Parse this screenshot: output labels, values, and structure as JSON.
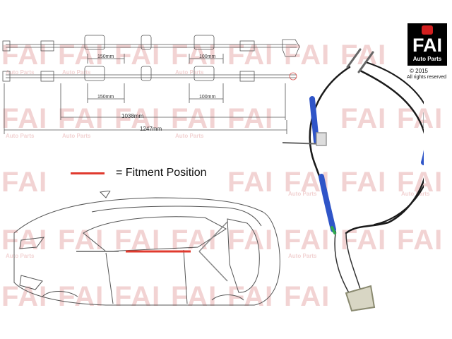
{
  "watermark": {
    "text": "FAI",
    "subtext": "Auto Parts"
  },
  "logo": {
    "brand": "FAI",
    "tagline": "Auto Parts"
  },
  "copyright": "© 2015",
  "rights": "All rights reserved",
  "legend": {
    "label": "= Fitment Position",
    "line_color": "#e03a2e"
  },
  "dimensions": {
    "left_segment_upper": "150mm",
    "right_segment_upper": "100mm",
    "left_segment_lower": "150mm",
    "right_segment_lower": "100mm",
    "mid_length": "1038mm",
    "total_length": "1247mm"
  },
  "colors": {
    "cable": "#1a1a1a",
    "sleeve": "#2f55c8",
    "outline": "#555555",
    "fitment": "#e03a2e",
    "other_side": "#888888"
  }
}
